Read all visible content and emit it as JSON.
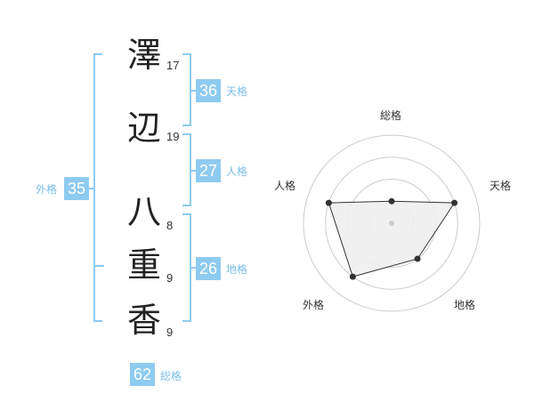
{
  "name": {
    "characters": [
      {
        "char": "澤",
        "strokes": "17"
      },
      {
        "char": "辺",
        "strokes": "19"
      },
      {
        "char": "八",
        "strokes": "8"
      },
      {
        "char": "重",
        "strokes": "9"
      },
      {
        "char": "香",
        "strokes": "9"
      }
    ]
  },
  "fortune": {
    "tenkaku": {
      "value": "36",
      "label": "天格"
    },
    "jinkaku": {
      "value": "27",
      "label": "人格"
    },
    "chikaku": {
      "value": "26",
      "label": "地格"
    },
    "gaikaku": {
      "value": "35",
      "label": "外格"
    },
    "soukaku": {
      "value": "62",
      "label": "総格"
    }
  },
  "colors": {
    "accent": "#8ecbf0",
    "label": "#7bbfe8",
    "radar_fill": "#eeeeee",
    "radar_line": "#333333",
    "grid": "#cccccc"
  },
  "chart_data": {
    "type": "radar",
    "axes": [
      "総格",
      "天格",
      "地格",
      "外格",
      "人格"
    ],
    "values": [
      1,
      3,
      2,
      3,
      3
    ],
    "max": 4,
    "grid_rings": 4,
    "grid": true
  }
}
